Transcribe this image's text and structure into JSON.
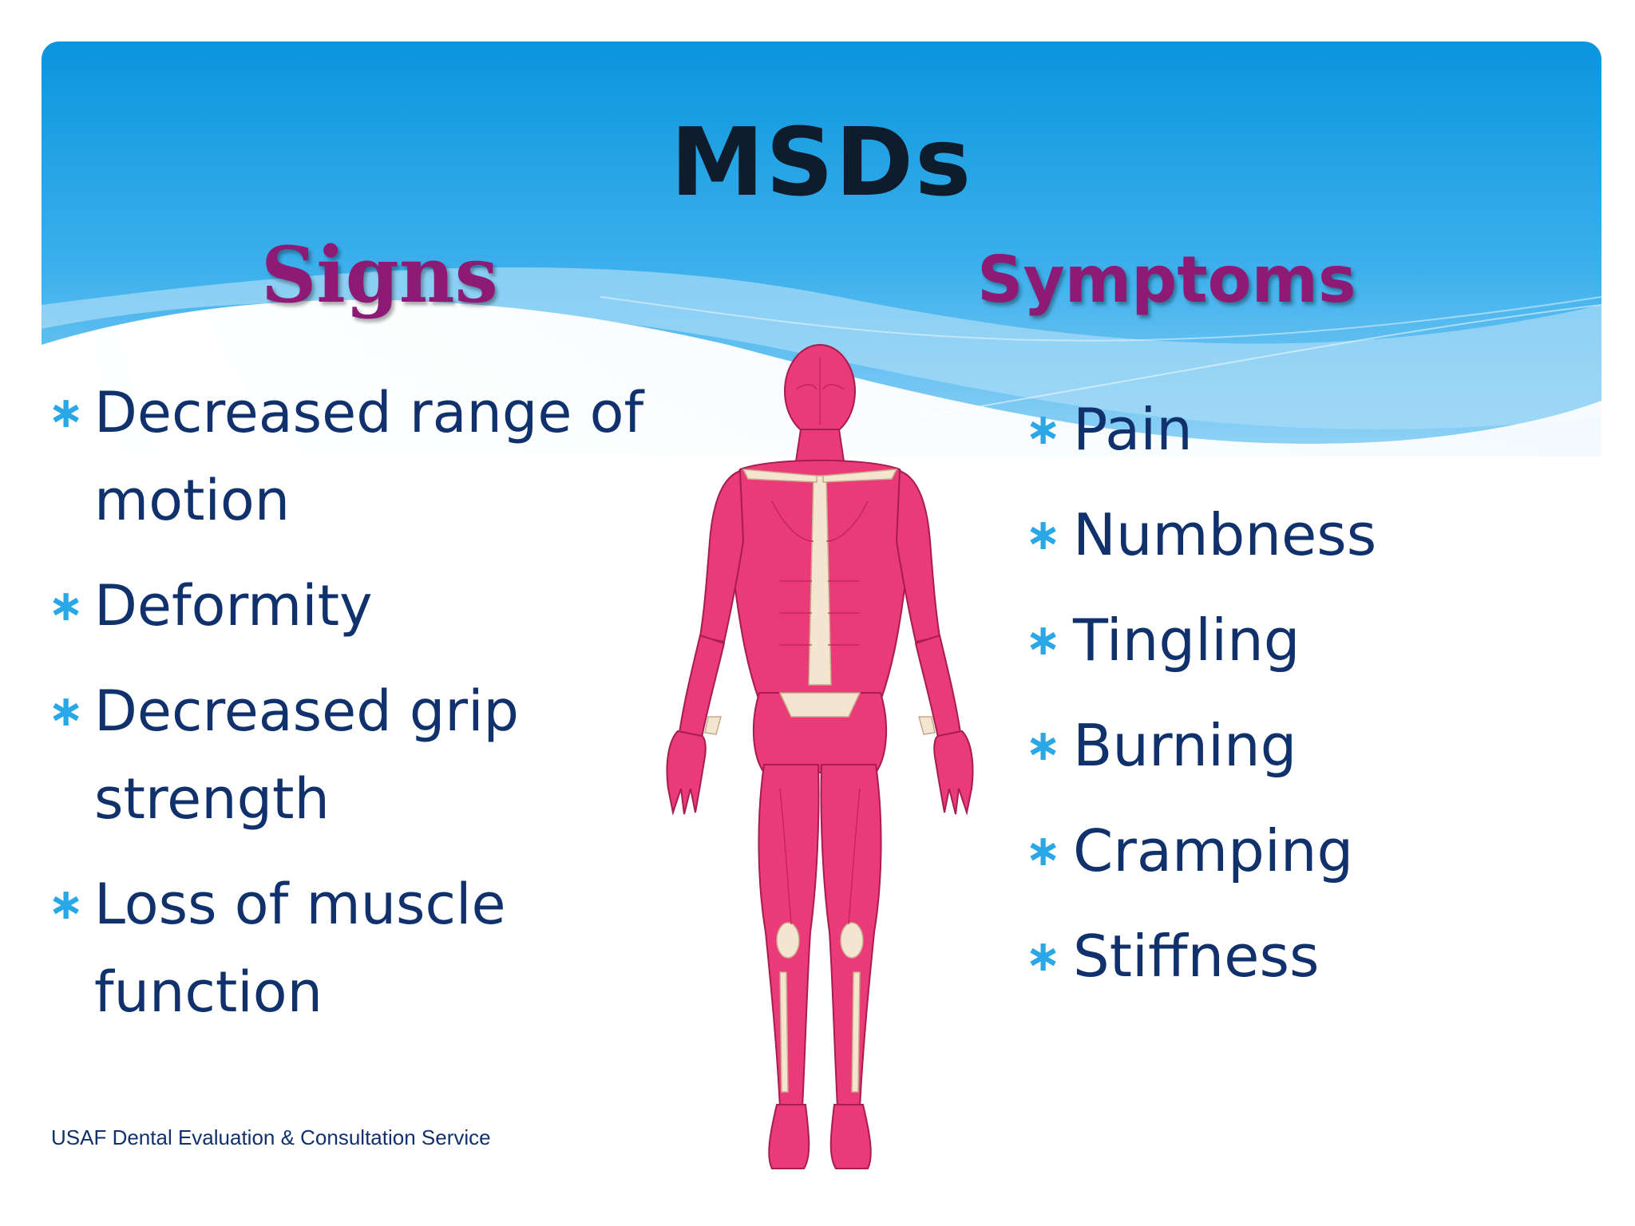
{
  "slide": {
    "title": "MSDs",
    "signs": {
      "heading": "Signs",
      "items": [
        "Decreased range of motion",
        "Deformity",
        "Decreased grip strength",
        "Loss of muscle function"
      ]
    },
    "symptoms": {
      "heading": "Symptoms",
      "items": [
        "Pain",
        "Numbness",
        "Tingling",
        "Burning",
        "Cramping",
        "Stiffness"
      ]
    },
    "bullet_icon": "asterisk-bullet-icon",
    "footer": "USAF Dental Evaluation & Consultation Service",
    "figure_icon": "human-muscle-anatomy-figure"
  },
  "colors": {
    "banner_top": "#0894dd",
    "banner_bottom": "#8ecff4",
    "title": "#0f1c2b",
    "heading": "#8d1a74",
    "body_text": "#10316b",
    "bullet": "#2aa7e6",
    "muscle": "#ea3a78",
    "tendon": "#f3e5cf"
  }
}
